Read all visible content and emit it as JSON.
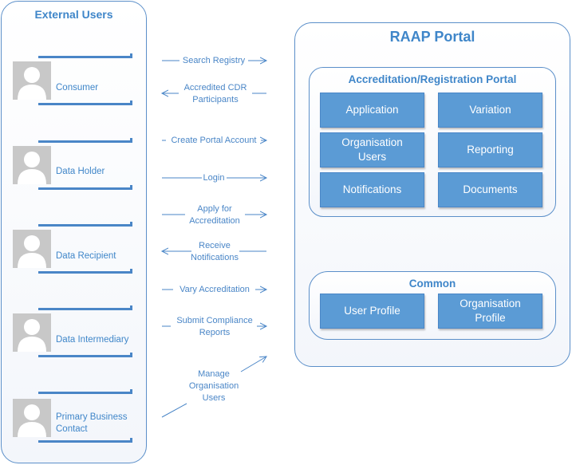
{
  "external_users": {
    "title": "External Users",
    "users": [
      {
        "label": "Consumer"
      },
      {
        "label": "Data Holder"
      },
      {
        "label": "Data Recipient"
      },
      {
        "label": "Data Intermediary"
      },
      {
        "label": "Primary Business Contact"
      }
    ]
  },
  "flows": {
    "search_registry": "Search Registry",
    "accredited_cdr": "Accredited CDR Participants",
    "create_account": "Create Portal Account",
    "login": "Login",
    "apply_accreditation": "Apply for Accreditation",
    "receive_notifications": "Receive Notifications",
    "vary_accreditation": "Vary Accreditation",
    "submit_compliance": "Submit Compliance Reports",
    "manage_org_users": "Manage Organisation Users"
  },
  "raap_portal": {
    "title": "RAAP Portal",
    "accreditation": {
      "title": "Accreditation/Registration Portal",
      "application": "Application",
      "variation": "Variation",
      "organisation_users": "Organisation Users",
      "reporting": "Reporting",
      "notifications": "Notifications",
      "documents": "Documents"
    },
    "common": {
      "title": "Common",
      "user_profile": "User Profile",
      "organisation_profile": "Organisation Profile"
    }
  },
  "colors": {
    "accent": "#3f86c9",
    "box_fill": "#5b9bd5",
    "avatar": "#c8c8c8"
  }
}
